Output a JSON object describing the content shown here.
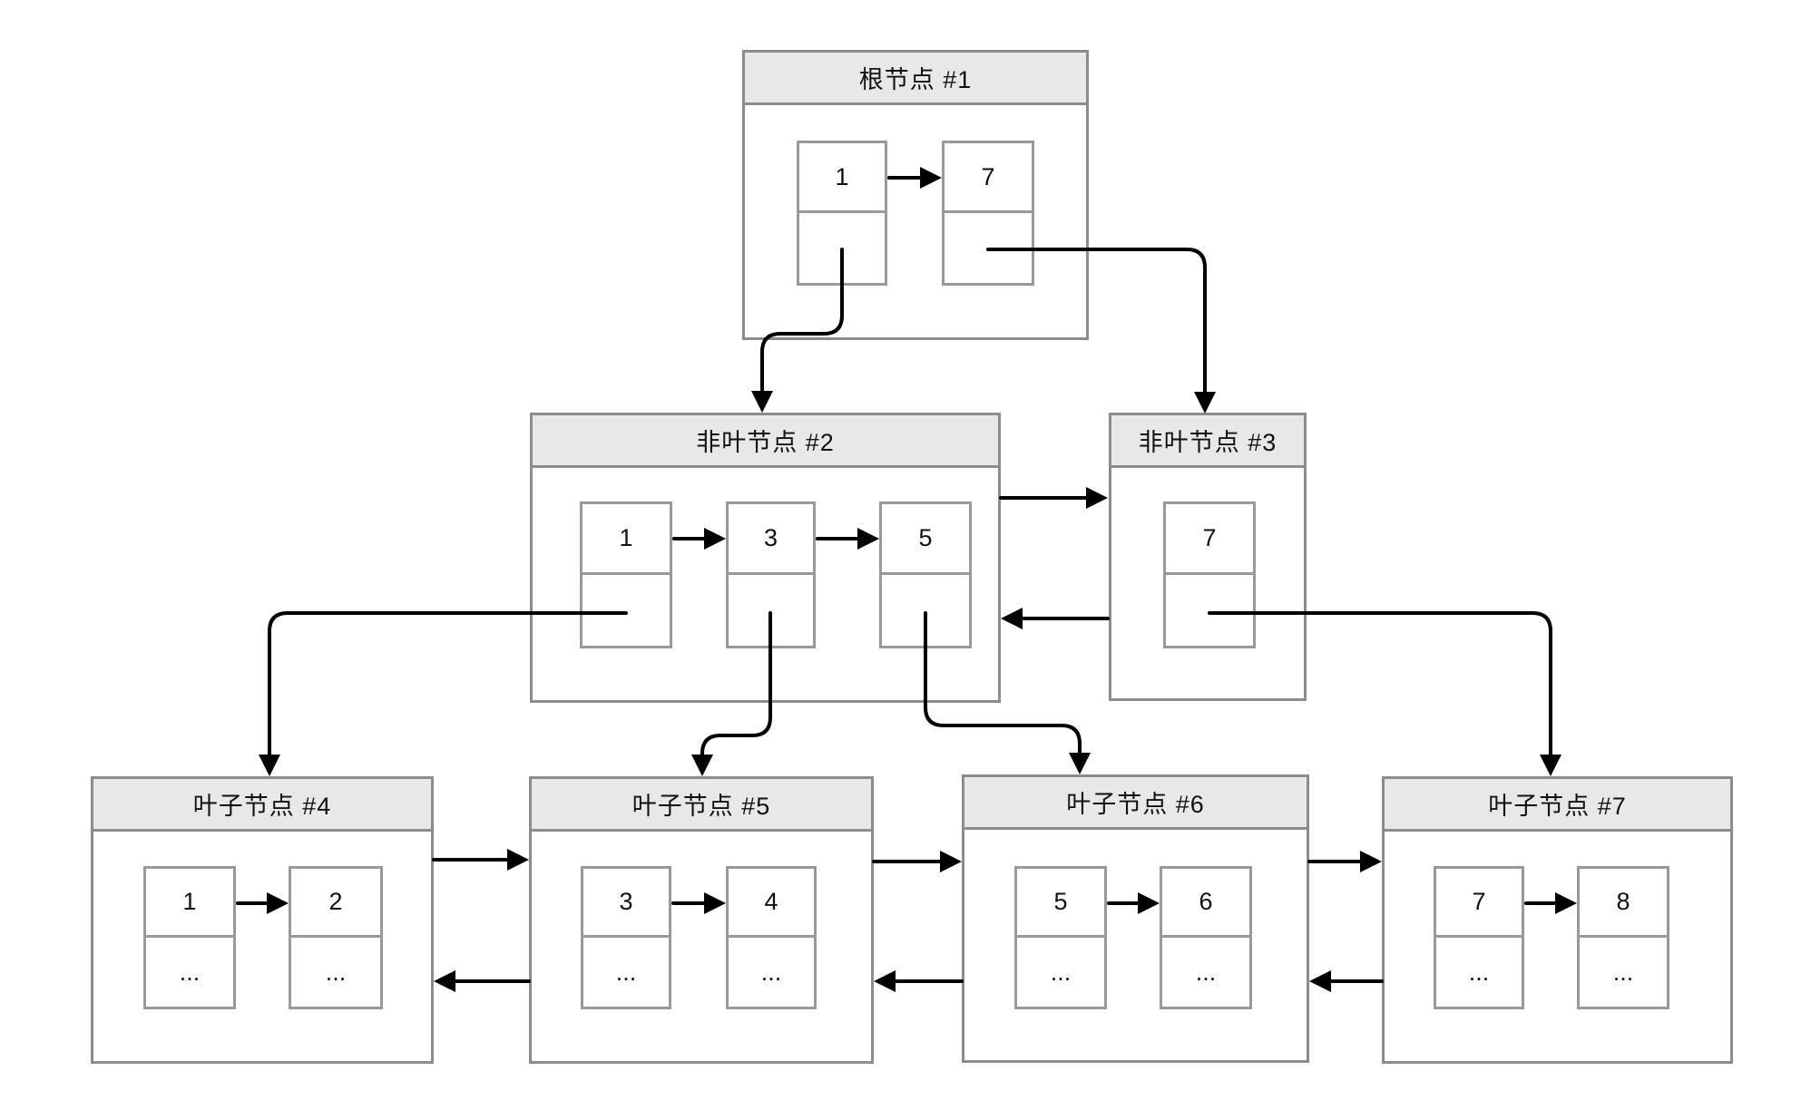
{
  "diagram": {
    "kind": "b-plus-tree",
    "colors": {
      "background": "#ffffff",
      "node_border": "#8c8c8c",
      "cell_border": "#999999",
      "title_bg": "#e8e8e8",
      "arrow": "#000000",
      "text": "#111111"
    },
    "nodes": {
      "root1": {
        "title": "根节点 #1",
        "keys": [
          "1",
          "7"
        ]
      },
      "internal2": {
        "title": "非叶节点 #2",
        "keys": [
          "1",
          "3",
          "5"
        ]
      },
      "internal3": {
        "title": "非叶节点 #3",
        "keys": [
          "7"
        ]
      },
      "leaf4": {
        "title": "叶子节点 #4",
        "keys": [
          "1",
          "2"
        ],
        "values": [
          "...",
          "..."
        ]
      },
      "leaf5": {
        "title": "叶子节点 #5",
        "keys": [
          "3",
          "4"
        ],
        "values": [
          "...",
          "..."
        ]
      },
      "leaf6": {
        "title": "叶子节点 #6",
        "keys": [
          "5",
          "6"
        ],
        "values": [
          "...",
          "..."
        ]
      },
      "leaf7": {
        "title": "叶子节点 #7",
        "keys": [
          "7",
          "8"
        ],
        "values": [
          "...",
          "..."
        ]
      }
    },
    "edges": [
      {
        "from": "root1.pointer[1]",
        "to": "internal2"
      },
      {
        "from": "root1.pointer[7]",
        "to": "internal3"
      },
      {
        "from": "internal2",
        "to": "internal3",
        "type": "next-sibling"
      },
      {
        "from": "internal3",
        "to": "internal2",
        "type": "prev-sibling"
      },
      {
        "from": "internal2.pointer[1]",
        "to": "leaf4"
      },
      {
        "from": "internal2.pointer[3]",
        "to": "leaf5"
      },
      {
        "from": "internal2.pointer[5]",
        "to": "leaf6"
      },
      {
        "from": "internal3.pointer[7]",
        "to": "leaf7"
      },
      {
        "from": "leaf4",
        "to": "leaf5",
        "type": "next-sibling"
      },
      {
        "from": "leaf5",
        "to": "leaf4",
        "type": "prev-sibling"
      },
      {
        "from": "leaf5",
        "to": "leaf6",
        "type": "next-sibling"
      },
      {
        "from": "leaf6",
        "to": "leaf5",
        "type": "prev-sibling"
      },
      {
        "from": "leaf6",
        "to": "leaf7",
        "type": "next-sibling"
      },
      {
        "from": "leaf7",
        "to": "leaf6",
        "type": "prev-sibling"
      }
    ]
  }
}
